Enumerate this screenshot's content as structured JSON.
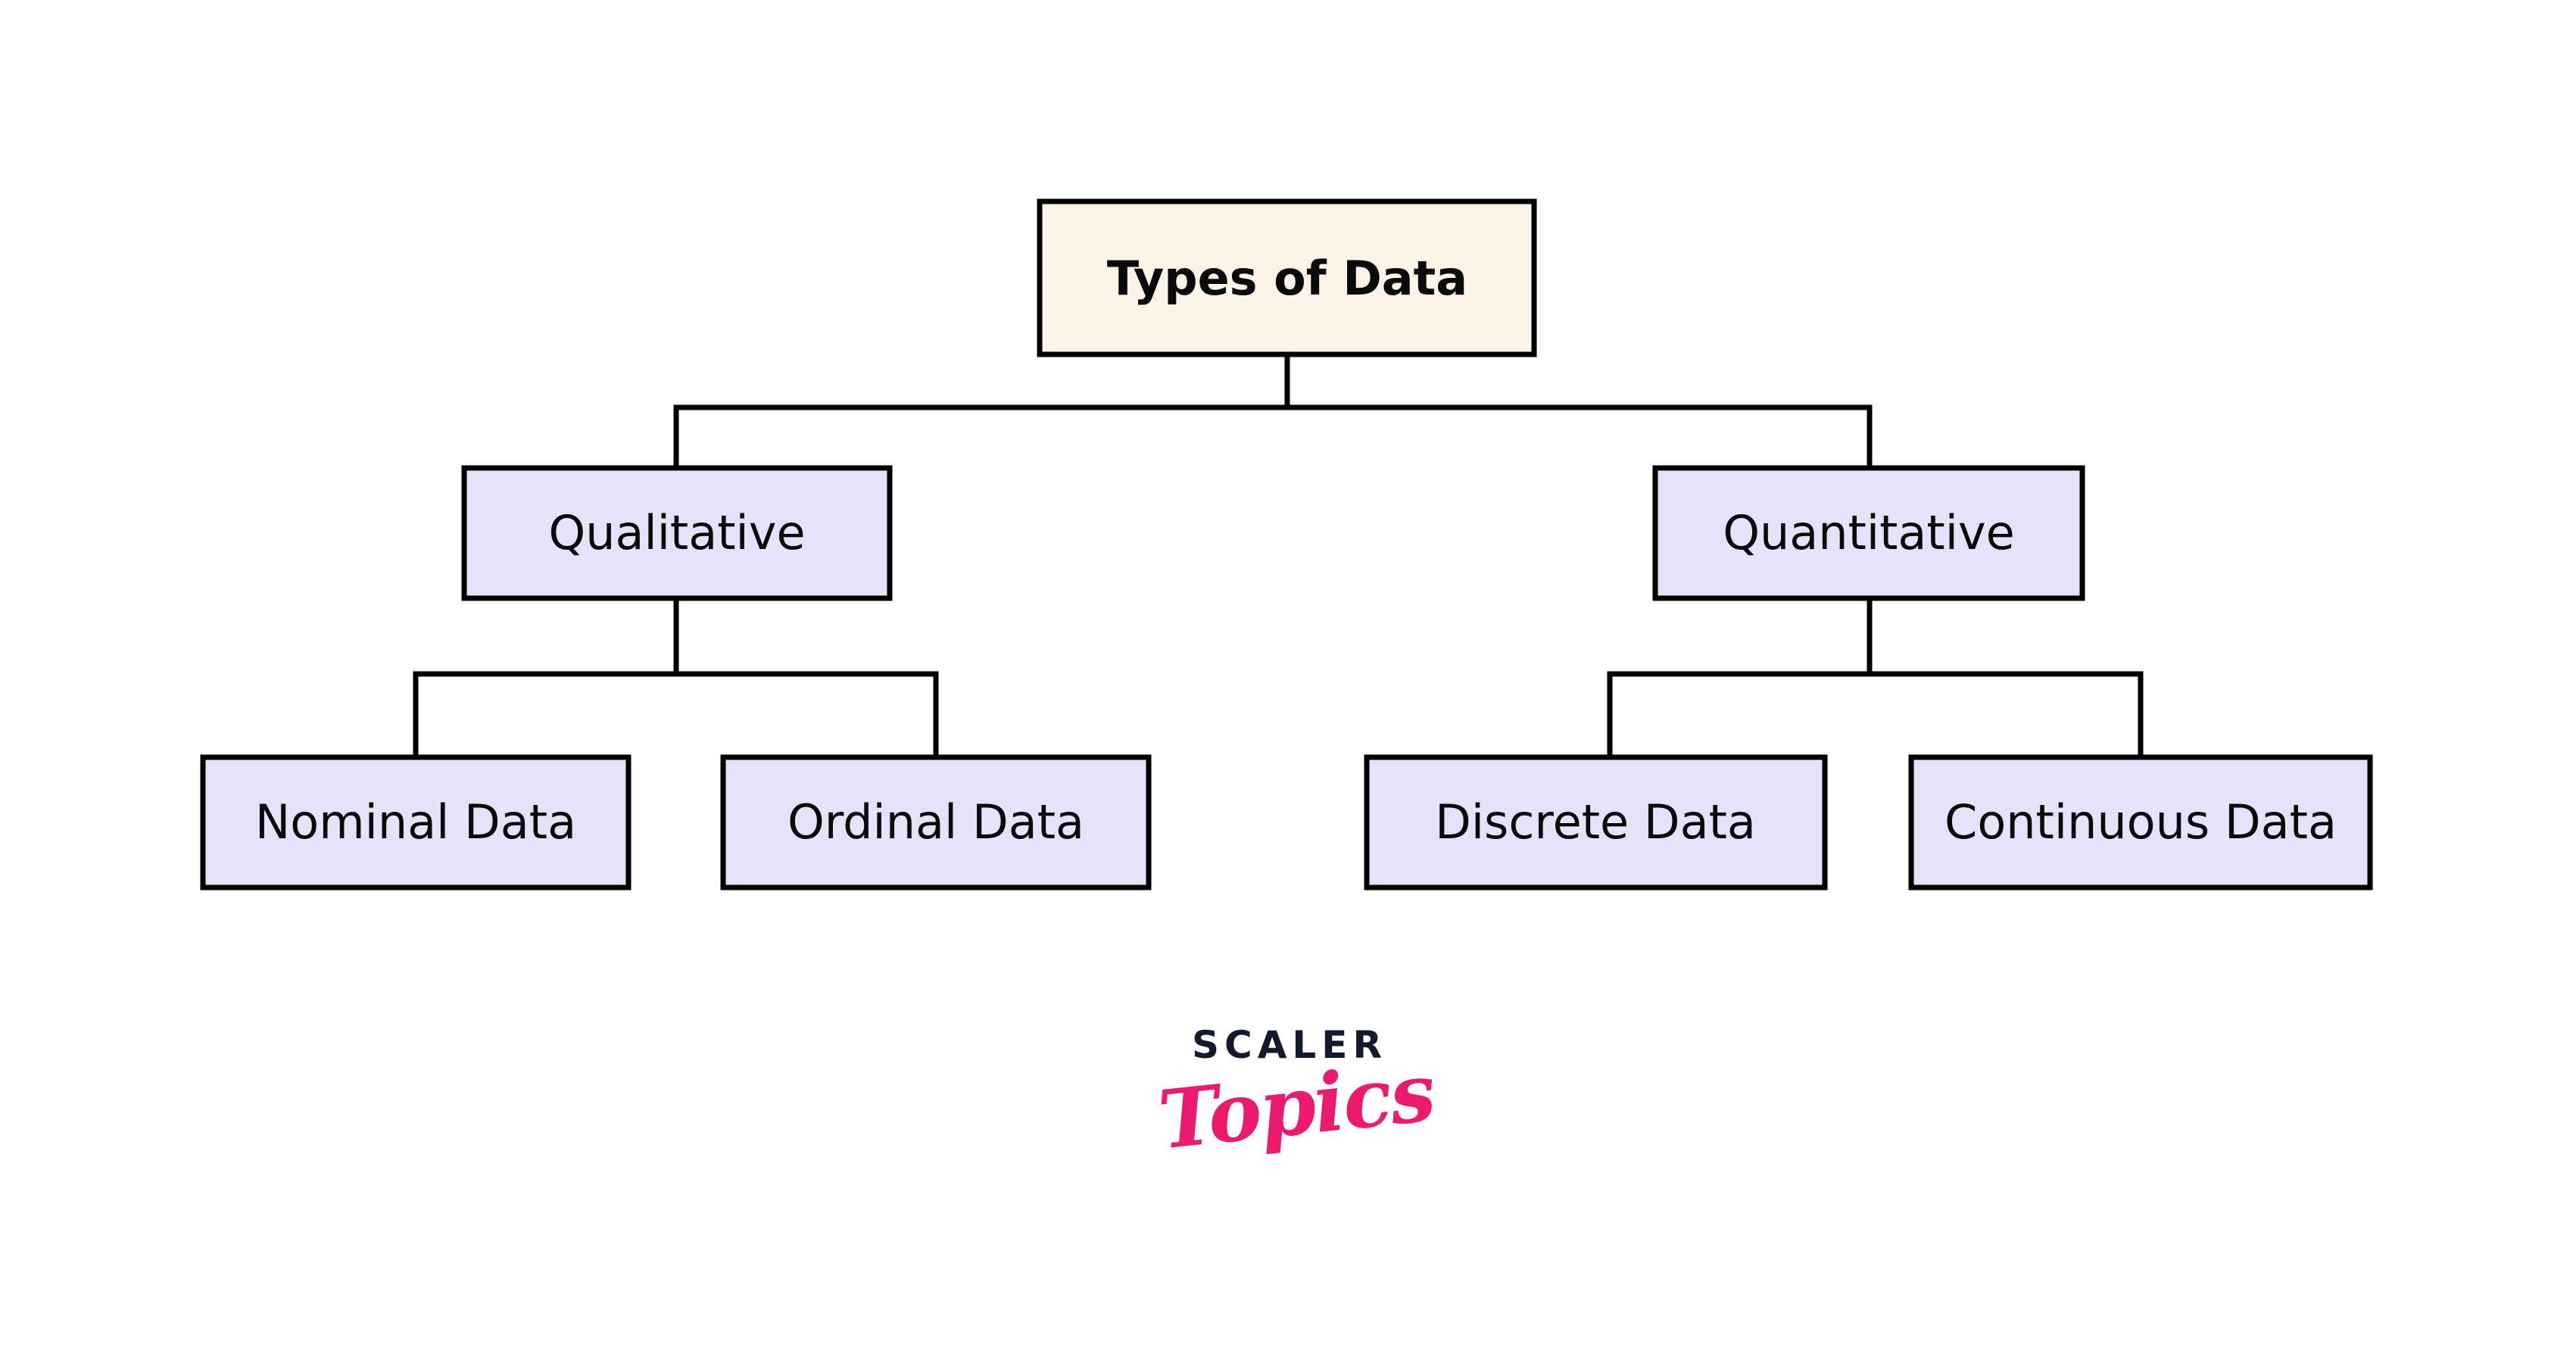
{
  "diagram": {
    "title": "Types of Data",
    "type": "hierarchy-tree",
    "background_color": "#FFFFFF",
    "node_border_color": "#000000",
    "root_fill_color": "#FDF3E7",
    "branch_fill_color": "#E6E2FA",
    "text_color": "#0A0A0A",
    "nodes": {
      "root": {
        "label": "Types of Data"
      },
      "level1": [
        {
          "label": "Qualitative"
        },
        {
          "label": "Quantitative"
        }
      ],
      "level2": [
        {
          "label": "Nominal Data"
        },
        {
          "label": "Ordinal Data"
        },
        {
          "label": "Discrete Data"
        },
        {
          "label": "Continuous Data"
        }
      ]
    }
  },
  "branding": {
    "wordmark": "SCALER",
    "script": "Topics",
    "wordmark_color": "#131A2E",
    "script_color": "#EC1A6F"
  }
}
